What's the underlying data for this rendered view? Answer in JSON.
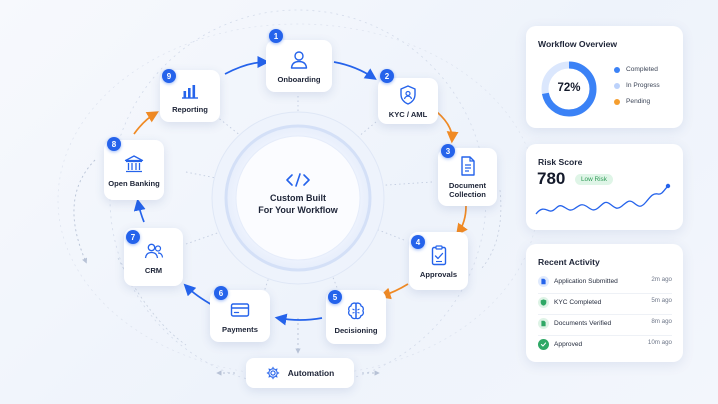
{
  "center": {
    "title_line1": "Custom Built",
    "title_line2": "For Your Workflow",
    "icon": "code-icon"
  },
  "steps": [
    {
      "num": "1",
      "label": "Onboarding",
      "icon": "user-icon"
    },
    {
      "num": "2",
      "label": "KYC / AML",
      "icon": "shield-user-icon"
    },
    {
      "num": "3",
      "label": "Document Collection",
      "icon": "document-icon"
    },
    {
      "num": "4",
      "label": "Approvals",
      "icon": "clipboard-check-icon"
    },
    {
      "num": "5",
      "label": "Decisioning",
      "icon": "brain-icon"
    },
    {
      "num": "6",
      "label": "Payments",
      "icon": "credit-card-icon"
    },
    {
      "num": "7",
      "label": "CRM",
      "icon": "users-icon"
    },
    {
      "num": "8",
      "label": "Open Banking",
      "icon": "bank-icon"
    },
    {
      "num": "9",
      "label": "Reporting",
      "icon": "bar-chart-icon"
    }
  ],
  "automation": {
    "label": "Automation",
    "icon": "gear-icon"
  },
  "overview": {
    "title": "Workflow Overview",
    "percent_label": "72%",
    "percent": 72,
    "legend": [
      {
        "label": "Completed",
        "color": "#3b82f6"
      },
      {
        "label": "In Progress",
        "color": "#bcd2fb"
      },
      {
        "label": "Pending",
        "color": "#f59e2e"
      }
    ]
  },
  "risk": {
    "title": "Risk Score",
    "value": "780",
    "badge": "Low Risk"
  },
  "activity": {
    "title": "Recent Activity",
    "items": [
      {
        "label": "Application Submitted",
        "time": "2m ago",
        "icon": "document-icon",
        "color": "#2563eb"
      },
      {
        "label": "KYC Completed",
        "time": "5m ago",
        "icon": "shield-icon",
        "color": "#2fa866"
      },
      {
        "label": "Documents Verified",
        "time": "8m ago",
        "icon": "document-check-icon",
        "color": "#2fa866"
      },
      {
        "label": "Approved",
        "time": "10m ago",
        "icon": "check-icon",
        "color": "#2fa866"
      }
    ]
  }
}
